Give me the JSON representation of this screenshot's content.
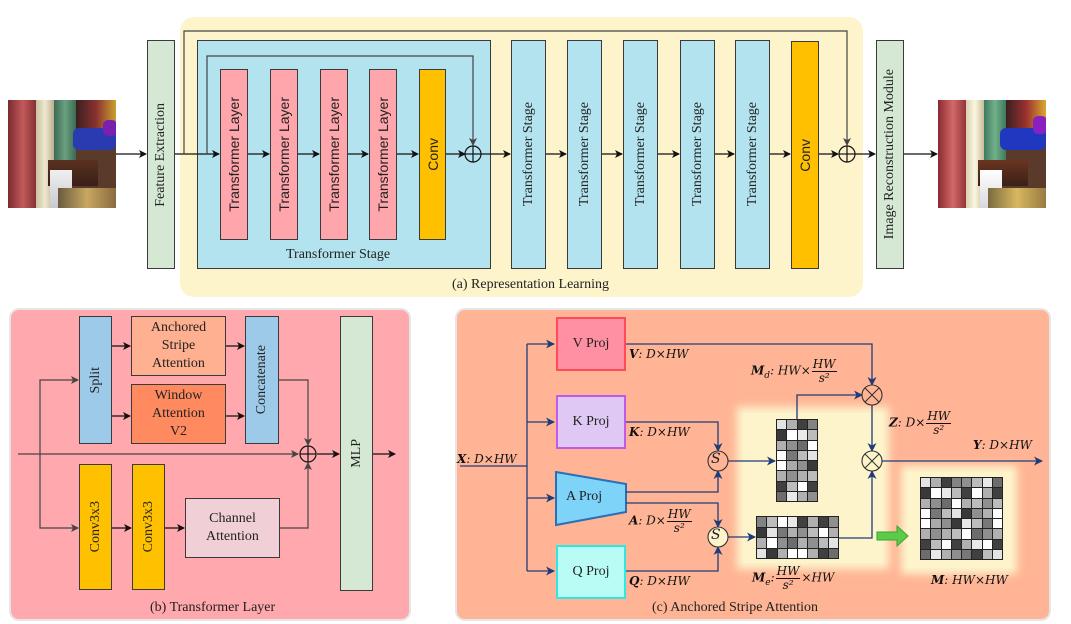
{
  "panel_a": {
    "caption": "(a) Representation Learning",
    "feature_extraction": "Feature Extraction",
    "image_reconstruction": "Image Reconstruction Module",
    "inner_stage": {
      "label": "Transformer Stage",
      "layers": [
        "Transformer Layer",
        "Transformer Layer",
        "Transformer Layer",
        "Transformer Layer"
      ],
      "conv": "Conv"
    },
    "stages": [
      "Transformer Stage",
      "Transformer Stage",
      "Transformer Stage",
      "Transformer Stage",
      "Transformer Stage"
    ],
    "conv": "Conv",
    "input_image": "noisy fabric image",
    "output_image": "restored fabric image"
  },
  "panel_b": {
    "caption": "(b) Transformer Layer",
    "split": "Split",
    "anchored_stripe_attention": "Anchored Stripe Attention",
    "window_attention": "Window Attention V2",
    "concatenate": "Concatenate",
    "conv1": "Conv3x3",
    "conv2": "Conv3x3",
    "channel_attention": "Channel Attention",
    "mlp": "MLP"
  },
  "panel_c": {
    "caption": "(c) Anchored Stripe Attention",
    "v_proj": "V Proj",
    "k_proj": "K Proj",
    "a_proj": "A Proj",
    "q_proj": "Q Proj",
    "s_symbol": "S",
    "labels": {
      "x": {
        "sym": "X",
        "rest": ": D×HW"
      },
      "v": {
        "sym": "V",
        "rest": ": D×HW"
      },
      "k": {
        "sym": "K",
        "rest": ": D×HW"
      },
      "q": {
        "sym": "Q",
        "rest": ": D×HW"
      },
      "a": {
        "sym": "A",
        "rest": ": D×",
        "num": "HW",
        "den": "s²"
      },
      "md": {
        "sym": "M",
        "sub": "d",
        "rest": ": HW×",
        "num": "HW",
        "den": "s²"
      },
      "me": {
        "sym": "M",
        "sub": "e",
        "rest": ":",
        "num": "HW",
        "den": "s²",
        "after": "×HW"
      },
      "z": {
        "sym": "Z",
        "rest": ": D×",
        "num": "HW",
        "den": "s²"
      },
      "y": {
        "sym": "Y",
        "rest": ": D×HW"
      },
      "m": {
        "sym": "M",
        "rest": ": HW×HW"
      }
    },
    "matrix_md": [
      [
        0.88,
        0.65,
        0.15,
        0.45
      ],
      [
        0.12,
        1.0,
        0.9,
        0.7
      ],
      [
        0.65,
        0.5,
        0.35,
        1.0
      ],
      [
        1.0,
        0.4,
        0.7,
        0.88
      ],
      [
        1.0,
        0.62,
        0.5,
        0.12
      ],
      [
        0.65,
        0.5,
        0.65,
        0.7
      ],
      [
        0.15,
        0.7,
        1.0,
        0.15
      ],
      [
        0.35,
        0.9,
        0.65,
        0.5
      ]
    ],
    "matrix_me": [
      [
        0.45,
        0.7,
        1.0,
        0.9,
        0.15,
        0.65,
        0.15,
        0.5
      ],
      [
        0.12,
        0.88,
        0.4,
        0.65,
        0.5,
        0.7,
        1.0,
        0.65
      ],
      [
        0.65,
        1.0,
        0.5,
        0.35,
        0.65,
        0.5,
        0.7,
        0.88
      ],
      [
        0.88,
        0.12,
        0.65,
        1.0,
        1.0,
        0.65,
        0.15,
        0.35
      ]
    ],
    "matrix_m": [
      [
        0.88,
        0.65,
        0.15,
        0.45,
        0.5,
        0.7,
        0.9,
        0.35
      ],
      [
        0.12,
        1.0,
        0.9,
        0.7,
        0.15,
        1.0,
        0.65,
        0.15
      ],
      [
        0.65,
        0.5,
        0.35,
        1.0,
        0.65,
        0.7,
        0.5,
        0.7
      ],
      [
        1.0,
        0.4,
        0.7,
        0.88,
        0.12,
        0.5,
        0.65,
        1.0
      ],
      [
        1.0,
        0.62,
        0.5,
        0.12,
        0.9,
        0.7,
        0.4,
        1.0
      ],
      [
        0.65,
        0.5,
        0.65,
        0.7,
        1.0,
        0.35,
        0.5,
        0.65
      ],
      [
        0.15,
        0.7,
        1.0,
        0.15,
        0.65,
        0.9,
        1.0,
        0.15
      ],
      [
        0.35,
        0.9,
        0.65,
        0.5,
        0.4,
        0.15,
        0.7,
        0.88
      ]
    ]
  },
  "colors": {
    "panel_a_bg": "#fdf4cc",
    "stage_blue": "#b3e3ee",
    "layer_pink": "#ffa6ad",
    "conv_orange": "#ffc000",
    "feature_green": "#d5e8d4",
    "panel_b_bg": "#ffa8ad",
    "split_blue": "#9ecae9",
    "asa_peach": "#ffb090",
    "wav2_orange": "#ff8a60",
    "channel_pink": "#f0d0d6",
    "panel_c_bg": "#ffb595",
    "v_proj": "#ff8fa3",
    "k_proj": "#e0c8f4",
    "a_proj": "#7dd3f8",
    "q_proj": "#b9fbf5",
    "arrow_navy": "#1f3c7a",
    "green_arrow": "#5ccb4a"
  }
}
